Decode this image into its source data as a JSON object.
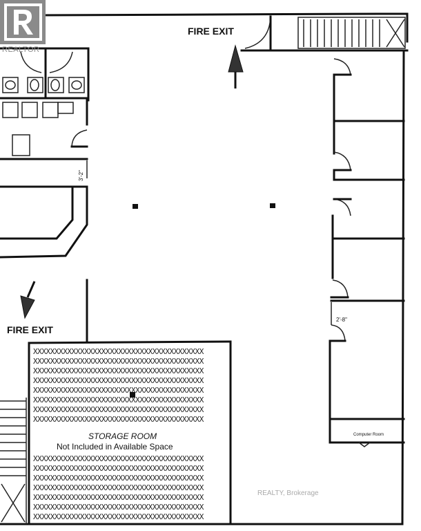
{
  "labels": {
    "fire_exit_top": "FIRE EXIT",
    "fire_exit_left": "FIRE EXIT",
    "storage_room": "STORAGE ROOM",
    "storage_note": "Not Included in Available Space",
    "dim_left": "3'-2\"",
    "dim_right": "2'-8\"",
    "computer_room": "Computer Room",
    "watermark": "REALTY, Brokerage"
  },
  "logo": {
    "text": "REALTOR"
  },
  "hatch": {
    "row": "XXXXXXXXXXXXXXXXXXXXXXXXXXXXXXXXXXXXXXXX"
  },
  "colors": {
    "line": "#111111",
    "background": "#ffffff",
    "logo": "#8a8a8a"
  }
}
